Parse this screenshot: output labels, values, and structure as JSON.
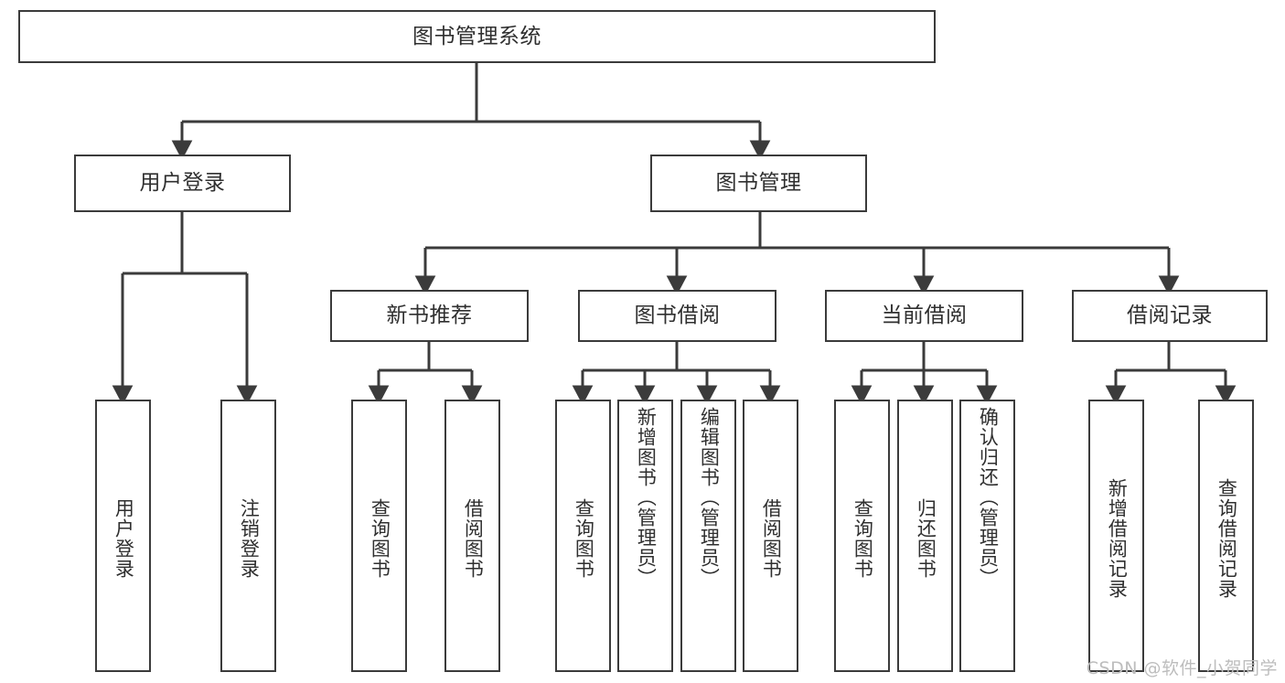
{
  "diagram": {
    "title": "图书管理系统",
    "type": "tree-hierarchy-chart",
    "colors": {
      "box_border": "#3b3b3b",
      "line": "#3b3b3b",
      "text": "#2f2f2f",
      "background": "#ffffff",
      "watermark": "#bdbdbd"
    }
  },
  "root": {
    "label": "图书管理系统"
  },
  "level2": [
    {
      "label": "用户登录"
    },
    {
      "label": "图书管理"
    }
  ],
  "level3": [
    {
      "label": "新书推荐"
    },
    {
      "label": "图书借阅"
    },
    {
      "label": "当前借阅"
    },
    {
      "label": "借阅记录"
    }
  ],
  "leaves": {
    "user_login": [
      {
        "label": "用户登录"
      },
      {
        "label": "注销登录"
      }
    ],
    "new_book_recommend": [
      {
        "label": "查询图书"
      },
      {
        "label": "借阅图书"
      }
    ],
    "book_borrow": [
      {
        "label": "查询图书"
      },
      {
        "label": "新增图书（管理员）"
      },
      {
        "label": "编辑图书（管理员）"
      },
      {
        "label": "借阅图书"
      }
    ],
    "current_borrow": [
      {
        "label": "查询图书"
      },
      {
        "label": "归还图书"
      },
      {
        "label": "确认归还（管理员）"
      }
    ],
    "borrow_records": [
      {
        "label": "新增借阅记录"
      },
      {
        "label": "查询借阅记录"
      }
    ]
  },
  "watermark": {
    "text": "CSDN @软件_小贺同学"
  }
}
